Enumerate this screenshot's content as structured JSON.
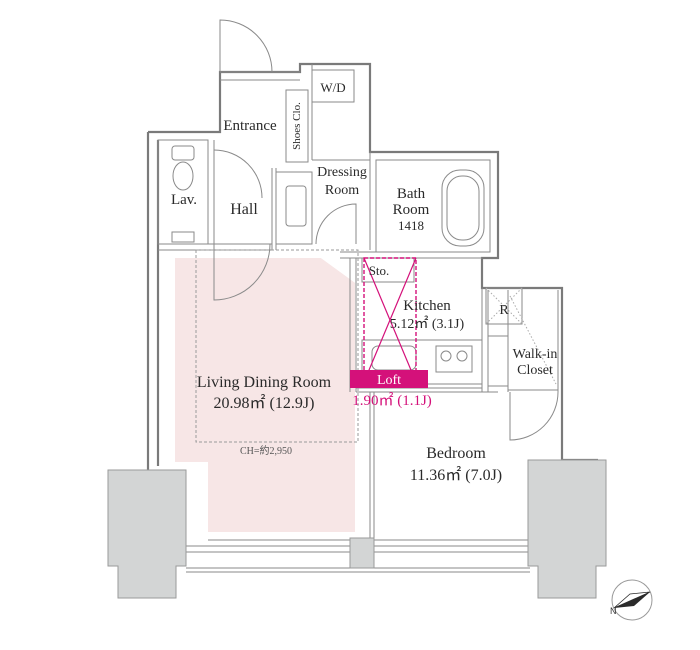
{
  "rooms": {
    "entrance": "Entrance",
    "shoes": "Shoes Clo.",
    "wd": "W/D",
    "lav": "Lav.",
    "hall": "Hall",
    "dressing_1": "Dressing",
    "dressing_2": "Room",
    "bath_1": "Bath",
    "bath_2": "Room",
    "bath_size": "1418",
    "sto": "Sto.",
    "kitchen": "Kitchen",
    "kitchen_area": "5.12㎡ (3.1J)",
    "r": "R",
    "walkin_1": "Walk-in",
    "walkin_2": "Closet",
    "living": "Living Dining Room",
    "living_area": "20.98㎡ (12.9J)",
    "ch": "CH=約2,950",
    "loft": "Loft",
    "loft_area": "1.90㎡ (1.1J)",
    "bedroom": "Bedroom",
    "bedroom_area": "11.36㎡ (7.0J)"
  },
  "colors": {
    "living_floor": "#f7e6e6",
    "loft_accent": "#d4117a",
    "closet_fill": "#e8eef6",
    "column": "#d3d5d5"
  },
  "icons": [
    "north-arrow-icon"
  ]
}
